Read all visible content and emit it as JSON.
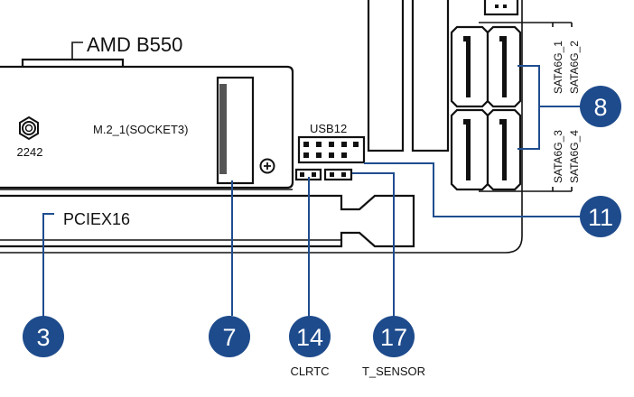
{
  "colors": {
    "callout": "#1e4b8c",
    "outline": "#111111",
    "background": "#ffffff"
  },
  "labels": {
    "chipset": "AMD B550",
    "m2_size": "2242",
    "m2_slot": "M.2_1(SOCKET3)",
    "pcie_slot": "PCIEX16",
    "usb_header": "USB12",
    "sata_1": "SATA6G_1",
    "sata_2": "SATA6G_2",
    "sata_3": "SATA6G_3",
    "sata_4": "SATA6G_4",
    "clrtc": "CLRTC",
    "t_sensor": "T_SENSOR"
  },
  "callouts": {
    "pcie": "3",
    "m2": "7",
    "sata": "8",
    "usb": "11",
    "clrtc": "14",
    "t_sensor": "17"
  }
}
